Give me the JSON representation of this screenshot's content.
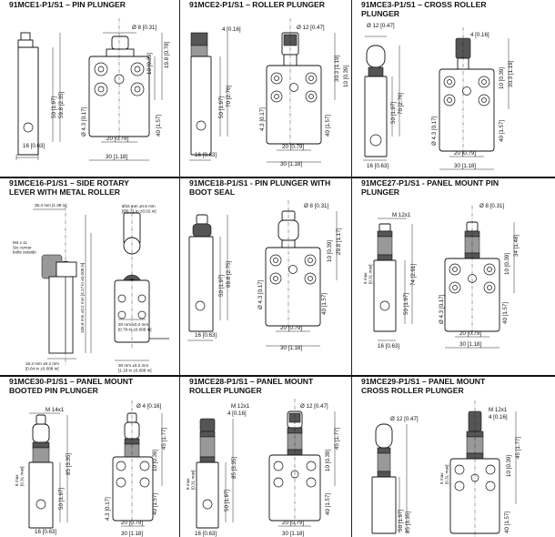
{
  "cells": [
    {
      "title": "91MCE1-P1/S1 – PIN PLUNGER",
      "dims": {
        "plunger_dia": "Ø 8 [0.31]",
        "body_len": "50 [1.97]",
        "total_len": "59.8 [2.35]",
        "hole": "Ø 4.3 [0.17]",
        "stroke_a": "10 [0.39]",
        "stroke_b": "19.8 [0.78]",
        "center": "40 [1.57]",
        "hole_sp": "20 [0.79]",
        "width": "30 [1.18]",
        "depth": "16 [0.63]"
      }
    },
    {
      "title": "91MCE2-P1/S1 – ROLLER PLUNGER",
      "dims": {
        "roller_dia": "Ø 12 [0.47]",
        "roller_w": "4 [0.16]",
        "body_len": "50 [1.97]",
        "total_len": "70 [2.76]",
        "hole": "4.3 [0.17]",
        "stroke": "30.3 [1.19]",
        "stroke_b": "10 [0.39]",
        "center": "40 [1.57]",
        "hole_sp": "20 [0.79]",
        "width": "30 [1.18]",
        "depth": "16 [0.63]"
      }
    },
    {
      "title": "91MCE3-P1/S1 – CROSS ROLLER\nPLUNGER",
      "dims": {
        "roller_dia": "Ø 12 [0.47]",
        "roller_w": "4 [0.16]",
        "body_len": "50 [1.97]",
        "total_len": "70 [2.76]",
        "hole": "Ø 4.3 [0.17]",
        "stroke": "30.3 [1.19]",
        "stroke_b": "10 [0.39]",
        "center": "40 [1.57]",
        "hole_sp": "20 [0.79]",
        "width": "30 [1.18]",
        "depth": "16 [0.63]"
      }
    },
    {
      "title": "91MCE16-P1/S1 – SIDE ROTARY\nLEVER WITH METAL ROLLER",
      "dims": {
        "lever": "35.4 mm [1.39 in]",
        "screws": "M4 x 11\nSix corner\nbolts outside",
        "roller": "Ø16 mm ±0.5 mm\n[Ø0.71 in ±0.02 in]",
        "lever_h": "16.2 mm ±0.2 mm\n[0.64 in ±0.008 in]",
        "sp_a": "20 mm ±0.2 mm\n[0.79 in ±0.008 in]",
        "sp_b": "30 mm ±0.2 mm\n[1.18 in ±0.008 in]",
        "height": "105.8 mm ±0.2 mm [4.17 in ±0.008 in]"
      }
    },
    {
      "title": "91MCE18-P1/S1 - PIN PLUNGER WITH\nBOOT SEAL",
      "dims": {
        "plunger_dia": "Ø 8 [0.31]",
        "body_len": "50 [1.97]",
        "total_len": "69.8 [2.75]",
        "hole": "Ø 4.3 [0.17]",
        "stroke": "29.8 [1.17]",
        "stroke_b": "10 [0.39]",
        "center": "40 [1.57]",
        "hole_sp": "20 [0.79]",
        "width": "30 [1.18]",
        "depth": "16 [0.63]"
      }
    },
    {
      "title": "91MCE27-P1/S1 - PANEL MOUNT PIN\nPLUNGER",
      "dims": {
        "thread": "M 12x1",
        "plunger_dia": "Ø 8 [0.31]",
        "max": "8 max\n[0.31 max]",
        "total_len": "74 [2.91]",
        "body_len": "50 [1.97]",
        "stroke": "34 [1.48]",
        "stroke_b": "10 [0.39]",
        "center": "40 [1.57]",
        "hole_sp": "20 [0.79]",
        "width": "30 [1.18]",
        "depth": "16 [0.63]",
        "hole": "Ø 4.3 [0.17]"
      }
    },
    {
      "title": "91MCE30-P1/S1 – PANEL MOUNT\nBOOTED PIN PLUNGER",
      "dims": {
        "thread": "M 14x1",
        "plunger_dia": "Ø 4 [0.16]",
        "max": "8 max\n[0.31 max]",
        "total_len": "85 [3.35]",
        "body_len": "50 [1.97]",
        "stroke": "45 [1.77]",
        "stroke_b": "10 [0.39]",
        "center": "40 [1.57]",
        "hole": "4.3 [0.17]",
        "hole_sp": "20 [0.79]",
        "width": "30 [1.18]",
        "depth": "16 [0.63]"
      }
    },
    {
      "title": "91MCE28-P1/S1 – PANEL MOUNT\nROLLER PLUNGER",
      "dims": {
        "thread": "M 12x1",
        "roller_w": "4 [0.16]",
        "roller_dia": "Ø 12 [0.47]",
        "max": "8 max\n[0.31 max]",
        "total_len": "85 [3.35]",
        "body_len": "50 [1.97]",
        "stroke": "45 [1.77]",
        "stroke_b": "10 [0.39]",
        "center": "40 [1.57]",
        "hole_sp": "20 [0.79]",
        "width": "30 [1.18]",
        "depth": "16 [0.63]"
      }
    },
    {
      "title": "91MCE29-P1/S1 – PANEL MOUNT\nCROSS ROLLER PLUNGER",
      "dims": {
        "roller_dia": "Ø 12 [0.47]",
        "thread": "M 12x1",
        "roller_w": "4 [0.16]",
        "max": "8 max\n[0.31 max]",
        "total_len": "85 [3.35]",
        "body_len": "50 [1.97]",
        "stroke": "45 [1.77]",
        "stroke_b": "10 [0.39]",
        "center": "40 [1.57]"
      }
    }
  ]
}
